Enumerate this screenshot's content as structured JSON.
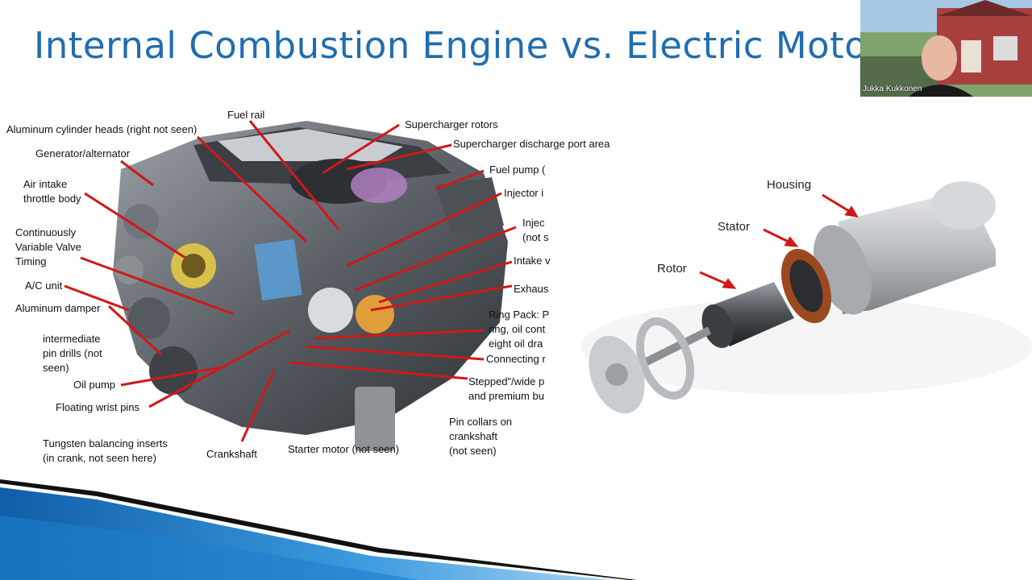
{
  "slide": {
    "title": "Internal Combustion Engine vs. Electric Moto"
  },
  "engine_labels": [
    "Fuel rail",
    "Aluminum cylinder heads (right not seen)",
    "Supercharger rotors",
    "Supercharger discharge port area",
    "Generator/alternator",
    "Fuel pump (",
    "Air intake",
    "throttle body",
    "Injector i",
    "Injec",
    "(not s",
    "Continuously",
    "Variable Valve",
    "Timing",
    "Intake v",
    "A/C unit",
    "Exhaus",
    "Aluminum damper",
    "Ring Pack: P",
    "ring, oil cont",
    "eight oil dra",
    "intermediate",
    "pin drills (not",
    "seen)",
    "Connecting r",
    "Oil pump",
    "Stepped\"/wide p",
    "and premium bu",
    "Floating wrist pins",
    "Pin collars on",
    "crankshaft",
    "(not seen)",
    "Tungsten balancing inserts",
    "(in crank, not seen here)",
    "Crankshaft",
    "Starter motor (not seen)"
  ],
  "motor_labels": {
    "housing": "Housing",
    "stator": "Stator",
    "rotor": "Rotor"
  },
  "video": {
    "participant_name": "Jukka Kukkonen"
  },
  "colors": {
    "title": "#1f6db0",
    "arrow": "#d01818",
    "band_blue": "#1e7fc9"
  }
}
